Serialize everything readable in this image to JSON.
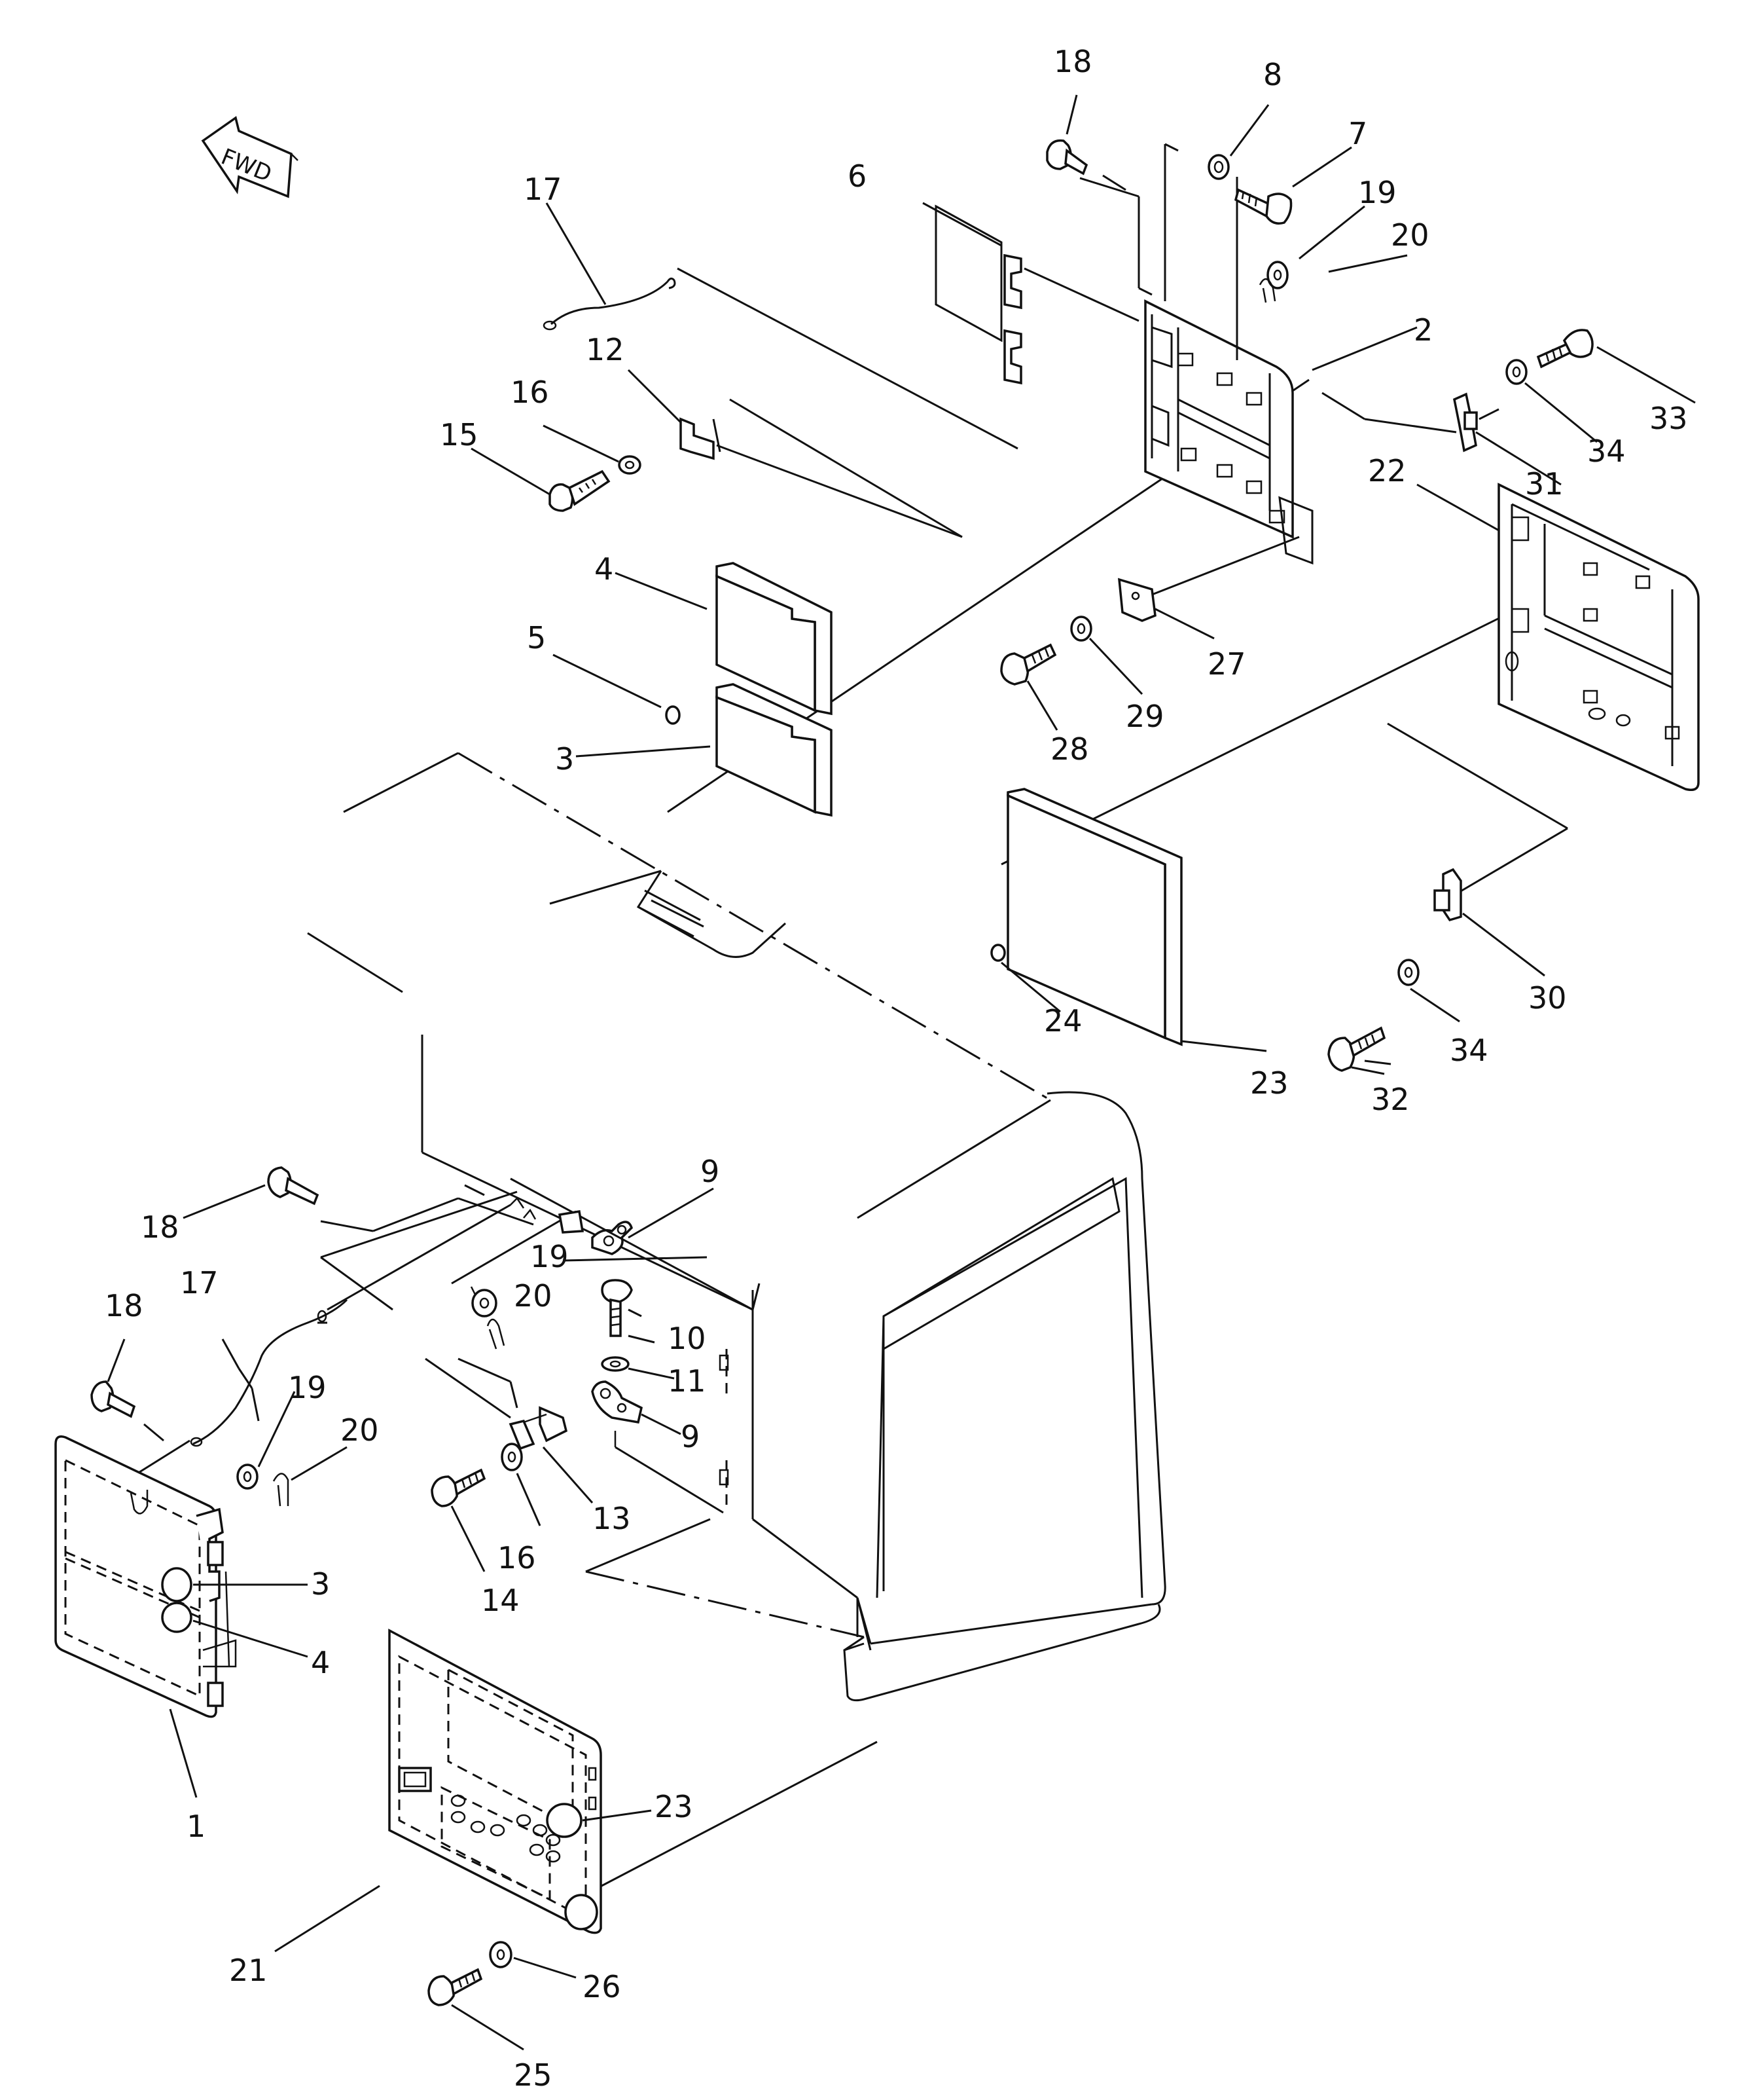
{
  "fwd_label": "FWD",
  "labels": {
    "n18a": "18",
    "n8": "8",
    "n7": "7",
    "n6": "6",
    "n17a": "17",
    "n19a": "19",
    "n20a": "20",
    "n2": "2",
    "n33": "33",
    "n12": "12",
    "n16a": "16",
    "n15": "15",
    "n34a": "34",
    "n31": "31",
    "n22": "22",
    "n4a": "4",
    "n27": "27",
    "n5": "5",
    "n29": "29",
    "n28": "28",
    "n3a": "3",
    "n24": "24",
    "n30": "30",
    "n23a": "23",
    "n34b": "34",
    "n32": "32",
    "n9a": "9",
    "n18b": "18",
    "n19b": "19",
    "n20b": "20",
    "n17b": "17",
    "n18c": "18",
    "n10": "10",
    "n11": "11",
    "n9b": "9",
    "n19c": "19",
    "n20c": "20",
    "n13": "13",
    "n16b": "16",
    "n14": "14",
    "n3b": "3",
    "n4b": "4",
    "n1": "1",
    "n23b": "23",
    "n21": "21",
    "n26": "26",
    "n25": "25"
  }
}
